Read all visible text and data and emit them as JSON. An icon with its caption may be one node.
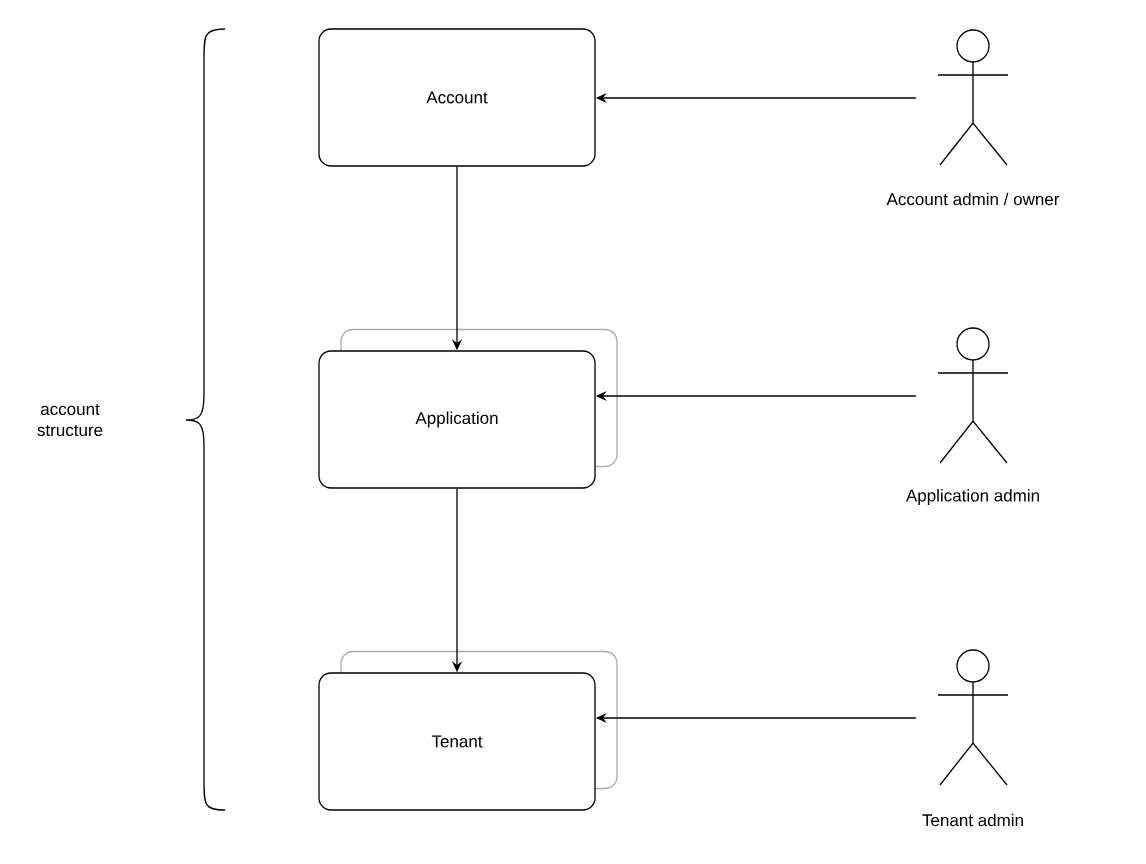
{
  "diagram": {
    "nodes": [
      {
        "text": [
          "Account"
        ]
      },
      {
        "text": [
          "Application"
        ]
      },
      {
        "text": [
          "Tenant"
        ]
      },
      {
        "text": [],
        "shape": "person",
        "beside": [
          "Account admin / owner"
        ]
      },
      {
        "text": [],
        "shape": "person",
        "beside": [
          "Application admin"
        ]
      },
      {
        "text": [],
        "shape": "person",
        "beside": [
          "Tenant admin"
        ]
      }
    ],
    "edges": [
      {
        "from": 0,
        "to": 1,
        "arrow": "to"
      },
      {
        "from": 1,
        "to": 2,
        "arrow": "to"
      },
      {
        "from": 3,
        "to": 0,
        "arrow": "to"
      },
      {
        "from": 4,
        "to": 1,
        "arrow": "to"
      },
      {
        "from": 5,
        "to": 2,
        "arrow": "to"
      }
    ],
    "labels": [
      "account structure"
    ]
  }
}
